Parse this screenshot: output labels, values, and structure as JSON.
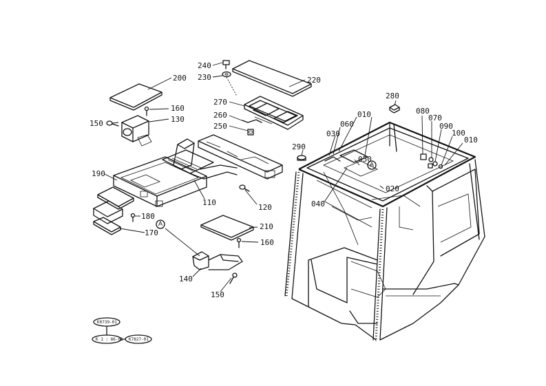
{
  "parts": {
    "p240": "240",
    "p230": "230",
    "p220": "220",
    "p200": "200",
    "p160a": "160",
    "p150a": "150",
    "p130": "130",
    "p270": "270",
    "p260": "260",
    "p250": "250",
    "p190": "190",
    "p110": "110",
    "p120": "120",
    "p180": "180",
    "p170": "170",
    "p210": "210",
    "p160b": "160",
    "p140": "140",
    "p150b": "150",
    "p280": "280",
    "p010a": "010",
    "p060": "060",
    "p030": "030",
    "p050": "050",
    "p290": "290",
    "p040": "040",
    "p020": "020",
    "p080": "080",
    "p070": "070",
    "p090": "090",
    "p100": "100",
    "p010b": "010"
  },
  "reference_markers": {
    "a_left": "A",
    "a_right": "A"
  },
  "reference_codes": {
    "top": "K0739-01",
    "bottom_left": "K 1 : 86-01",
    "bottom_right": "K7827-01"
  }
}
